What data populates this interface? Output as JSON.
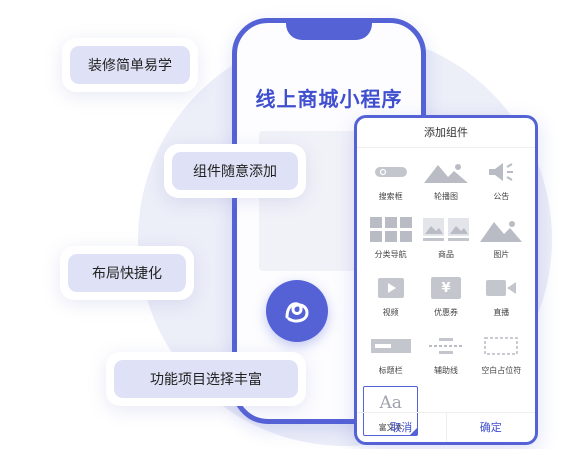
{
  "phone": {
    "title": "线上商城小程序"
  },
  "features": [
    {
      "label": "装修简单易学"
    },
    {
      "label": "组件随意添加"
    },
    {
      "label": "布局快捷化"
    },
    {
      "label": "功能项目选择丰富"
    }
  ],
  "panel": {
    "title": "添加组件",
    "items": [
      {
        "label": "搜索框",
        "icon": "search-bar-icon"
      },
      {
        "label": "轮播图",
        "icon": "carousel-icon"
      },
      {
        "label": "公告",
        "icon": "announcement-icon"
      },
      {
        "label": "分类导航",
        "icon": "category-nav-icon"
      },
      {
        "label": "商品",
        "icon": "product-icon"
      },
      {
        "label": "图片",
        "icon": "image-icon"
      },
      {
        "label": "视频",
        "icon": "video-icon"
      },
      {
        "label": "优惠券",
        "icon": "coupon-icon",
        "glyph": "¥"
      },
      {
        "label": "直播",
        "icon": "live-icon"
      },
      {
        "label": "标题栏",
        "icon": "title-bar-icon"
      },
      {
        "label": "辅助线",
        "icon": "guide-line-icon"
      },
      {
        "label": "空白占位符",
        "icon": "placeholder-icon"
      },
      {
        "label": "富文本",
        "icon": "rich-text-icon",
        "glyph": "Aa"
      }
    ],
    "cancel_label": "取消",
    "confirm_label": "确定"
  },
  "colors": {
    "primary": "#5462d6",
    "pill_bg": "#dfe2f7",
    "icon_gray": "#b9bcc4",
    "circle_bg": "#eceef8"
  }
}
